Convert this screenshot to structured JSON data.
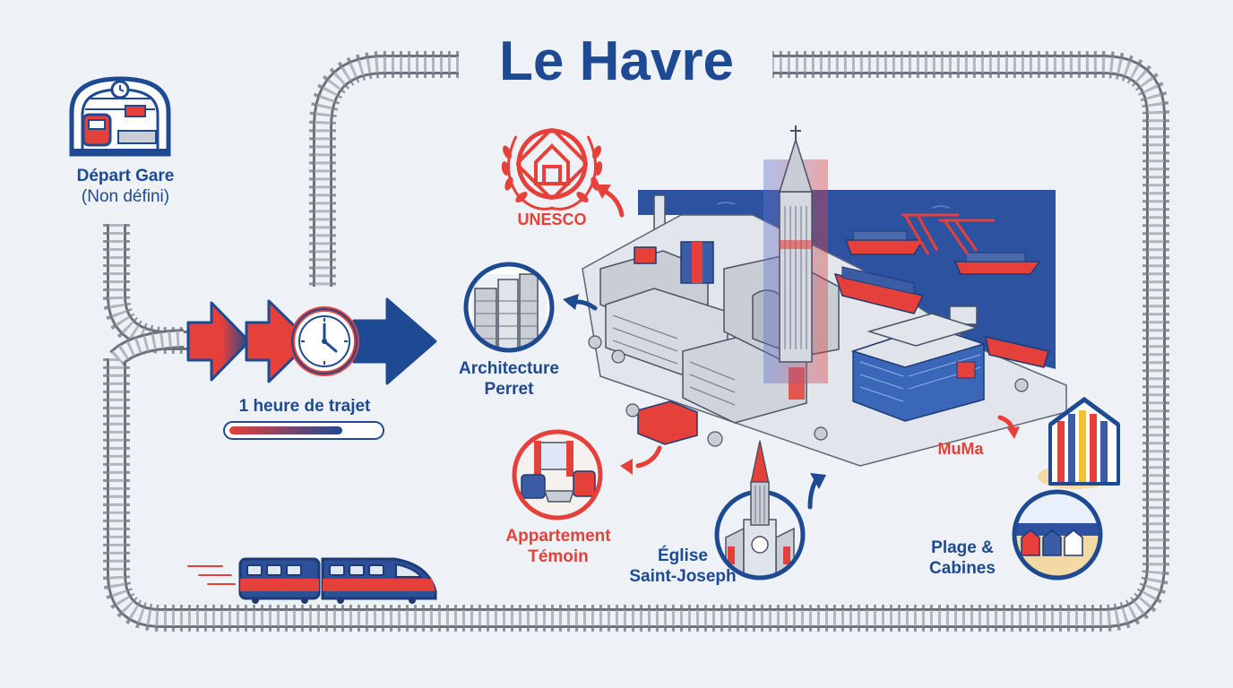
{
  "title": "Le Havre",
  "departure": {
    "line1": "Départ Gare",
    "line2": "(Non défini)"
  },
  "trip": {
    "label": "1 heure de trajet"
  },
  "poi": {
    "unesco": "UNESCO",
    "perret": {
      "line1": "Architecture",
      "line2": "Perret"
    },
    "apartment": {
      "line1": "Appartement",
      "line2": "Témoin"
    },
    "church": {
      "line1": "Église",
      "line2": "Saint-Joseph"
    },
    "muma": "MuMa",
    "beach": {
      "line1": "Plage &",
      "line2": "Cabines"
    }
  },
  "colors": {
    "blue": "#1d4a93",
    "red": "#e5403a",
    "track": "#8e949c",
    "sea": "#2c52a0",
    "building": "#c9cdd6"
  },
  "icons": [
    "station-icon",
    "clock-icon",
    "train-icon",
    "unesco-emblem-icon",
    "beach-hut-icon"
  ]
}
